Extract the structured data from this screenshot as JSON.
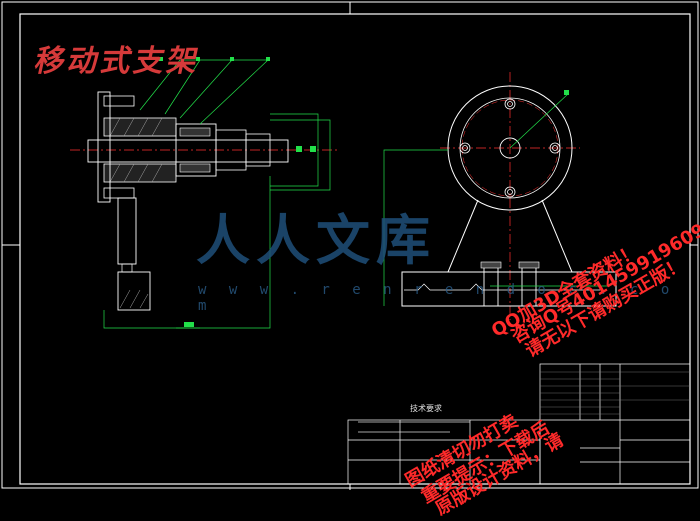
{
  "drawing": {
    "title": "移动式支架",
    "tech_requirements_heading": "技术要求"
  },
  "watermark": {
    "brand": "人人文库",
    "url": "w w w . r e n r e n d o c . c o m",
    "red_lines": [
      "图纸清切勿打卖",
      "重要提示：下载后",
      "原版设计资料，请",
      "QQ加3D全套资料！",
      "咨询Q号401459919609",
      "请无以下请购买正版！"
    ]
  },
  "colors": {
    "frame": "#ffffff",
    "outline": "#ffffff",
    "dimension": "#22e04a",
    "centerline": "#ff3030",
    "title": "#d63a3a"
  }
}
